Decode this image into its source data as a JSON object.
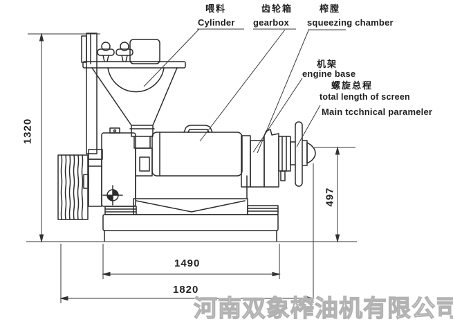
{
  "diagram": {
    "title_context": "screw oil press side view technical drawing",
    "labels": {
      "cylinder_cn": "喂料",
      "cylinder_en": "Cylinder",
      "gearbox_cn": "齿轮箱",
      "gearbox_en": "gearbox",
      "squeezing_cn": "榨膛",
      "squeezing_en": "squeezing chamber",
      "engine_base_cn": "机架",
      "engine_base_en": "engine base",
      "screw_cn": "螺旋总程",
      "screw_en": "total length of screen",
      "main_param": "Main tcchnical parameler"
    },
    "dimensions": {
      "overall_height": "1320",
      "outlet_height": "497",
      "base_length": "1490",
      "overall_length": "1820"
    },
    "watermark": "河南双象榨油机有限公司",
    "colors": {
      "line": "#2b2b2b",
      "dimension_line": "#333333",
      "watermark_outline": "#b2b2b2",
      "background": "#ffffff"
    }
  }
}
